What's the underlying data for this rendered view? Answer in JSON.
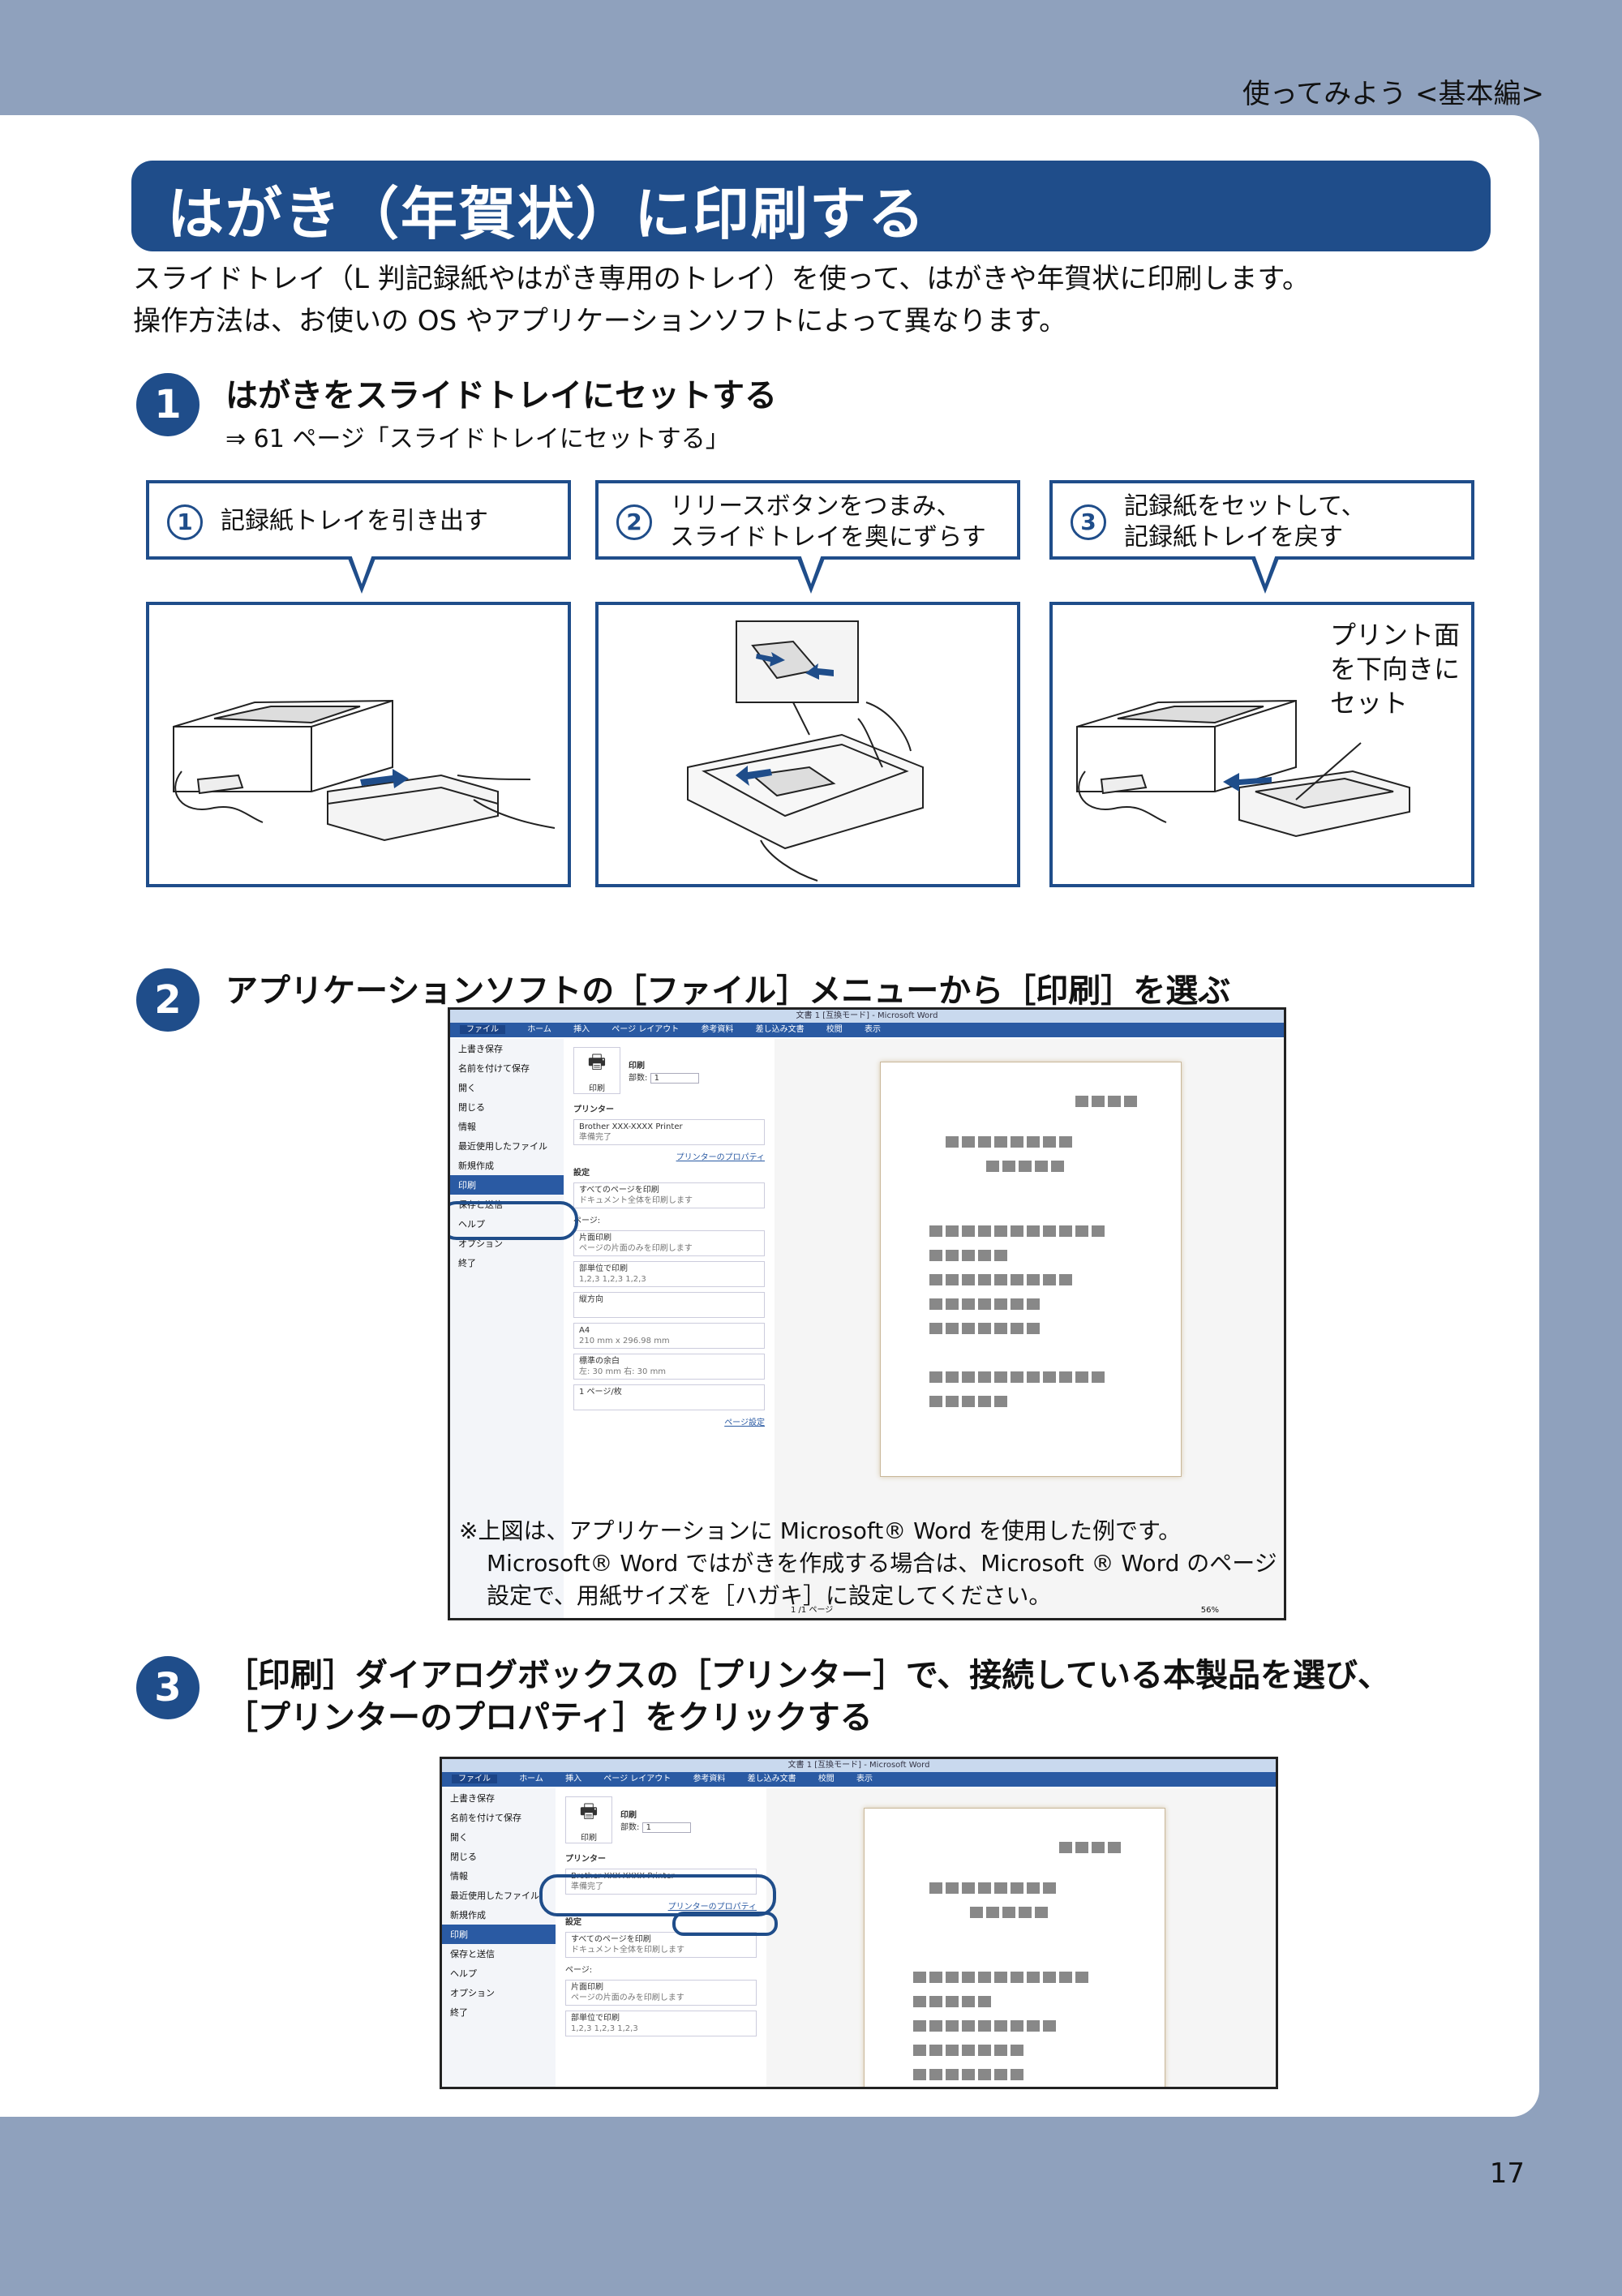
{
  "header": {
    "section": "使ってみよう <基本編>",
    "page_number": "17"
  },
  "title": "はがき（年賀状）に印刷する",
  "intro": [
    "スライドトレイ（L 判記録紙やはがき専用のトレイ）を使って、はがきや年賀状に印刷します。",
    "操作方法は、お使いの OS やアプリケーションソフトによって異なります。"
  ],
  "step1": {
    "number": "1",
    "title": "はがきをスライドトレイにセットする",
    "ref": "⇒ 61 ページ「スライドトレイにセットする」",
    "callouts": [
      {
        "num": "1",
        "line1": "記録紙トレイを引き出す",
        "line2": ""
      },
      {
        "num": "2",
        "line1": "リリースボタンをつまみ、",
        "line2": "スライドトレイを奥にずらす"
      },
      {
        "num": "3",
        "line1": "記録紙をセットして、",
        "line2": "記録紙トレイを戻す"
      }
    ],
    "illus3_label": [
      "プリント面",
      "を下向きに",
      "セット"
    ]
  },
  "step2": {
    "number": "2",
    "title": "アプリケーションソフトの［ファイル］メニューから［印刷］を選ぶ",
    "note": [
      "※上図は、アプリケーションに Microsoft® Word を使用した例です。",
      "Microsoft® Word ではがきを作成する場合は、Microsoft ® Word のページ",
      "設定で、用紙サイズを［ハガキ］に設定してください。"
    ]
  },
  "step3": {
    "number": "3",
    "title_line1": "［印刷］ダイアログボックスの［プリンター］で、接続している本製品を選び、",
    "title_line2": "［プリンターのプロパティ］をクリックする"
  },
  "word": {
    "window_title": "文書 1 [互換モード] - Microsoft Word",
    "tabs": [
      "ファイル",
      "ホーム",
      "挿入",
      "ページ レイアウト",
      "参考資料",
      "差し込み文書",
      "校閲",
      "表示"
    ],
    "menu": [
      "上書き保存",
      "名前を付けて保存",
      "開く",
      "閉じる",
      "情報",
      "最近使用したファイル",
      "新規作成",
      "印刷",
      "保存と送信",
      "ヘルプ",
      "オプション",
      "終了"
    ],
    "print_label": "印刷",
    "copies_label": "部数:",
    "copies_value": "1",
    "printer_heading": "プリンター",
    "printer_name": "Brother XXX-XXXX Printer",
    "printer_status": "準備完了",
    "printer_props": "プリンターのプロパティ",
    "settings_heading": "設定",
    "settings": [
      {
        "main": "すべてのページを印刷",
        "sub": "ドキュメント全体を印刷します"
      },
      {
        "main": "片面印刷",
        "sub": "ページの片面のみを印刷します"
      },
      {
        "main": "部単位で印刷",
        "sub": "1,2,3   1,2,3   1,2,3"
      },
      {
        "main": "縦方向",
        "sub": ""
      },
      {
        "main": "A4",
        "sub": "210 mm x 296.98 mm"
      },
      {
        "main": "標準の余白",
        "sub": "左: 30 mm   右: 30 mm"
      },
      {
        "main": "1 ページ/枚",
        "sub": ""
      }
    ],
    "pages_label": "ページ:",
    "page_setup": "ページ設定",
    "page_nav": "1  /1 ページ",
    "zoom": "56%"
  }
}
